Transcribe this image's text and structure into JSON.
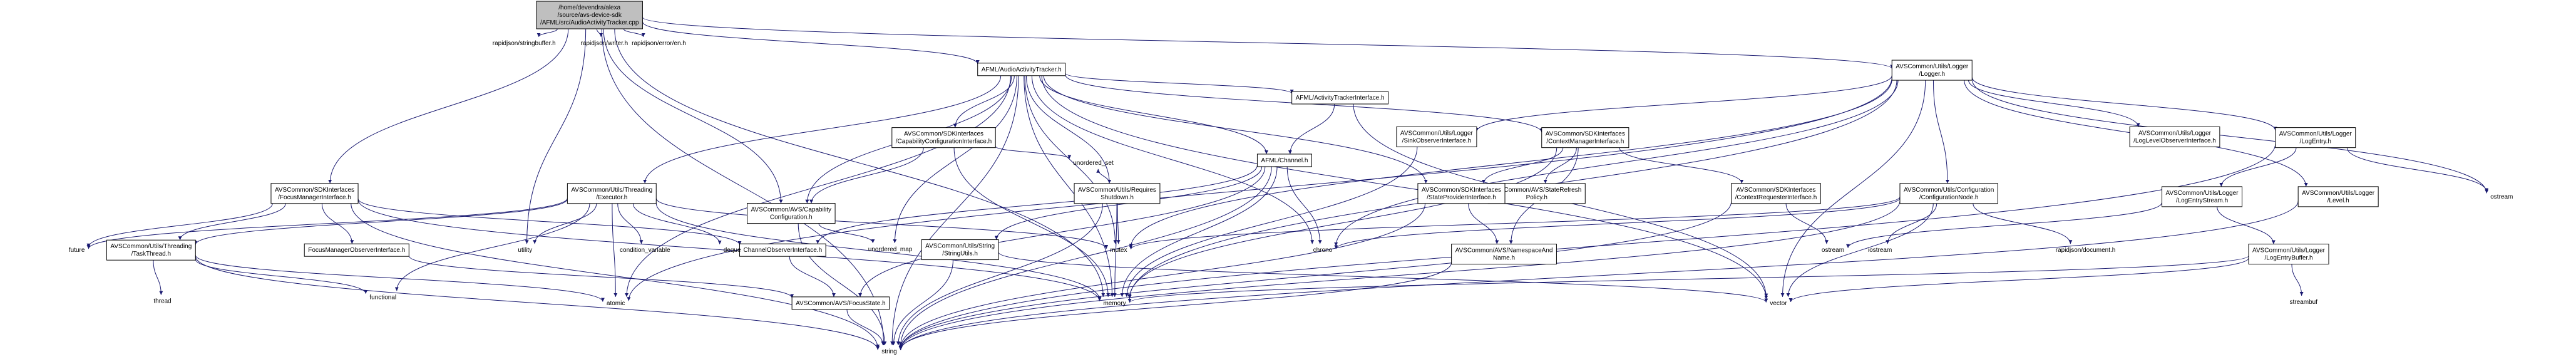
{
  "colors": {
    "edge": "#191970",
    "root_fill": "#bfbfbf",
    "node_fill": "#ffffff",
    "node_stroke": "#000000",
    "text": "#000000"
  },
  "nodes": [
    {
      "id": "root",
      "lines": [
        "/home/devendra/alexa",
        "/source/avs-device-sdk",
        "/AFML/src/AudioActivityTracker.cpp"
      ],
      "root": true
    },
    {
      "id": "rj_sb",
      "lines": [
        "rapidjson/stringbuffer.h"
      ]
    },
    {
      "id": "rj_w",
      "lines": [
        "rapidjson/writer.h"
      ]
    },
    {
      "id": "rj_e",
      "lines": [
        "rapidjson/error/en.h"
      ]
    },
    {
      "id": "aat",
      "lines": [
        "AFML/AudioActivityTracker.h"
      ]
    },
    {
      "id": "logger",
      "lines": [
        "AVSCommon/Utils/Logger",
        "/Logger.h"
      ]
    },
    {
      "id": "fmi",
      "lines": [
        "AVSCommon/SDKInterfaces",
        "/FocusManagerInterface.h"
      ]
    },
    {
      "id": "exec",
      "lines": [
        "AVSCommon/Utils/Threading",
        "/Executor.h"
      ]
    },
    {
      "id": "capcfgi",
      "lines": [
        "AVSCommon/SDKInterfaces",
        "/CapabilityConfigurationInterface.h"
      ]
    },
    {
      "id": "capcfg",
      "lines": [
        "AVSCommon/AVS/Capability",
        "Configuration.h"
      ]
    },
    {
      "id": "reqsd",
      "lines": [
        "AVSCommon/Utils/Requires",
        "Shutdown.h"
      ]
    },
    {
      "id": "ati",
      "lines": [
        "AFML/ActivityTrackerInterface.h"
      ]
    },
    {
      "id": "channel",
      "lines": [
        "AFML/Channel.h"
      ]
    },
    {
      "id": "sinkobs",
      "lines": [
        "AVSCommon/Utils/Logger",
        "/SinkObserverInterface.h"
      ]
    },
    {
      "id": "cmi",
      "lines": [
        "AVSCommon/SDKInterfaces",
        "/ContextManagerInterface.h"
      ]
    },
    {
      "id": "srp",
      "lines": [
        "AVSCommon/AVS/StateRefresh",
        "Policy.h"
      ]
    },
    {
      "id": "spi",
      "lines": [
        "AVSCommon/SDKInterfaces",
        "/StateProviderInterface.h"
      ]
    },
    {
      "id": "cri",
      "lines": [
        "AVSCommon/SDKInterfaces",
        "/ContextRequesterInterface.h"
      ]
    },
    {
      "id": "nan",
      "lines": [
        "AVSCommon/AVS/NamespaceAnd",
        "Name.h"
      ]
    },
    {
      "id": "cfgnode",
      "lines": [
        "AVSCommon/Utils/Configuration",
        "/ConfigurationNode.h"
      ]
    },
    {
      "id": "lloi",
      "lines": [
        "AVSCommon/Utils/Logger",
        "/LogLevelObserverInterface.h"
      ]
    },
    {
      "id": "logentry",
      "lines": [
        "AVSCommon/Utils/Logger",
        "/LogEntry.h"
      ]
    },
    {
      "id": "les",
      "lines": [
        "AVSCommon/Utils/Logger",
        "/LogEntryStream.h"
      ]
    },
    {
      "id": "level",
      "lines": [
        "AVSCommon/Utils/Logger",
        "/Level.h"
      ]
    },
    {
      "id": "leb",
      "lines": [
        "AVSCommon/Utils/Logger",
        "/LogEntryBuffer.h"
      ]
    },
    {
      "id": "taskthread",
      "lines": [
        "AVSCommon/Utils/Threading",
        "/TaskThread.h"
      ]
    },
    {
      "id": "fmoi",
      "lines": [
        "FocusManagerObserverInterface.h"
      ]
    },
    {
      "id": "coi",
      "lines": [
        "ChannelObserverInterface.h"
      ]
    },
    {
      "id": "stru",
      "lines": [
        "AVSCommon/Utils/String",
        "/StringUtils.h"
      ]
    },
    {
      "id": "focusstate",
      "lines": [
        "AVSCommon/AVS/FocusState.h"
      ]
    },
    {
      "id": "future",
      "lines": [
        "future"
      ]
    },
    {
      "id": "thread",
      "lines": [
        "thread"
      ]
    },
    {
      "id": "functional",
      "lines": [
        "functional"
      ]
    },
    {
      "id": "atomic",
      "lines": [
        "atomic"
      ]
    },
    {
      "id": "utility",
      "lines": [
        "utility"
      ]
    },
    {
      "id": "condvar",
      "lines": [
        "condition_variable"
      ]
    },
    {
      "id": "deque",
      "lines": [
        "deque"
      ]
    },
    {
      "id": "unordset",
      "lines": [
        "unordered_set"
      ]
    },
    {
      "id": "unordmap",
      "lines": [
        "unordered_map"
      ]
    },
    {
      "id": "mutex",
      "lines": [
        "mutex"
      ]
    },
    {
      "id": "chrono",
      "lines": [
        "chrono"
      ]
    },
    {
      "id": "memory",
      "lines": [
        "memory"
      ]
    },
    {
      "id": "vector",
      "lines": [
        "vector"
      ]
    },
    {
      "id": "string",
      "lines": [
        "string"
      ]
    },
    {
      "id": "ostream",
      "lines": [
        "ostream"
      ]
    },
    {
      "id": "iostream",
      "lines": [
        "iostream"
      ]
    },
    {
      "id": "rjdoc",
      "lines": [
        "rapidjson/document.h"
      ]
    },
    {
      "id": "ostream2",
      "lines": [
        "ostream"
      ]
    },
    {
      "id": "streambuf",
      "lines": [
        "streambuf"
      ]
    }
  ],
  "edges": [
    [
      "root",
      "rj_sb"
    ],
    [
      "root",
      "rj_w"
    ],
    [
      "root",
      "rj_e"
    ],
    [
      "root",
      "aat"
    ],
    [
      "root",
      "logger"
    ],
    [
      "root",
      "fmi"
    ],
    [
      "root",
      "capcfg"
    ],
    [
      "root",
      "utility"
    ],
    [
      "root",
      "memory"
    ],
    [
      "root",
      "string"
    ],
    [
      "aat",
      "capcfgi"
    ],
    [
      "aat",
      "capcfg"
    ],
    [
      "aat",
      "reqsd"
    ],
    [
      "aat",
      "ati"
    ],
    [
      "aat",
      "channel"
    ],
    [
      "aat",
      "cmi"
    ],
    [
      "aat",
      "exec"
    ],
    [
      "aat",
      "spi"
    ],
    [
      "aat",
      "chrono"
    ],
    [
      "aat",
      "mutex"
    ],
    [
      "aat",
      "memory"
    ],
    [
      "aat",
      "vector"
    ],
    [
      "aat",
      "unordmap"
    ],
    [
      "aat",
      "string"
    ],
    [
      "aat",
      "atomic"
    ],
    [
      "logger",
      "sinkobs"
    ],
    [
      "logger",
      "lloi"
    ],
    [
      "logger",
      "logentry"
    ],
    [
      "logger",
      "level"
    ],
    [
      "logger",
      "cfgnode"
    ],
    [
      "logger",
      "mutex"
    ],
    [
      "logger",
      "memory"
    ],
    [
      "logger",
      "vector"
    ],
    [
      "logger",
      "chrono"
    ],
    [
      "logger",
      "ostream"
    ],
    [
      "logger",
      "atomic"
    ],
    [
      "fmi",
      "future"
    ],
    [
      "fmi",
      "taskthread"
    ],
    [
      "fmi",
      "fmoi"
    ],
    [
      "fmi",
      "coi"
    ],
    [
      "fmi",
      "memory"
    ],
    [
      "fmi",
      "string"
    ],
    [
      "exec",
      "taskthread"
    ],
    [
      "exec",
      "condvar"
    ],
    [
      "exec",
      "deque"
    ],
    [
      "exec",
      "functional"
    ],
    [
      "exec",
      "future"
    ],
    [
      "exec",
      "atomic"
    ],
    [
      "exec",
      "mutex"
    ],
    [
      "exec",
      "utility"
    ],
    [
      "exec",
      "memory"
    ],
    [
      "capcfgi",
      "capcfg"
    ],
    [
      "capcfgi",
      "unordset"
    ],
    [
      "capcfgi",
      "memory"
    ],
    [
      "capcfg",
      "unordmap"
    ],
    [
      "capcfg",
      "string"
    ],
    [
      "reqsd",
      "mutex"
    ],
    [
      "reqsd",
      "memory"
    ],
    [
      "reqsd",
      "string"
    ],
    [
      "reqsd",
      "unordset"
    ],
    [
      "ati",
      "channel"
    ],
    [
      "ati",
      "vector"
    ],
    [
      "channel",
      "coi"
    ],
    [
      "channel",
      "focusstate"
    ],
    [
      "channel",
      "chrono"
    ],
    [
      "channel",
      "memory"
    ],
    [
      "channel",
      "string"
    ],
    [
      "channel",
      "stru"
    ],
    [
      "sinkobs",
      "memory"
    ],
    [
      "cmi",
      "srp"
    ],
    [
      "cmi",
      "spi"
    ],
    [
      "cmi",
      "cri"
    ],
    [
      "cmi",
      "nan"
    ],
    [
      "cmi",
      "memory"
    ],
    [
      "spi",
      "nan"
    ],
    [
      "spi",
      "string"
    ],
    [
      "cri",
      "ostream2"
    ],
    [
      "cri",
      "string"
    ],
    [
      "nan",
      "string"
    ],
    [
      "cfgnode",
      "chrono"
    ],
    [
      "cfgnode",
      "iostream"
    ],
    [
      "cfgnode",
      "rjdoc"
    ],
    [
      "cfgnode",
      "mutex"
    ],
    [
      "cfgnode",
      "string"
    ],
    [
      "cfgnode",
      "vector"
    ],
    [
      "logentry",
      "les"
    ],
    [
      "logentry",
      "ostream"
    ],
    [
      "logentry",
      "string"
    ],
    [
      "les",
      "leb"
    ],
    [
      "les",
      "ostream2"
    ],
    [
      "leb",
      "streambuf"
    ],
    [
      "leb",
      "vector"
    ],
    [
      "leb",
      "memory"
    ],
    [
      "level",
      "string"
    ],
    [
      "taskthread",
      "thread"
    ],
    [
      "taskthread",
      "functional"
    ],
    [
      "taskthread",
      "atomic"
    ],
    [
      "taskthread",
      "string"
    ],
    [
      "fmoi",
      "focusstate"
    ],
    [
      "coi",
      "focusstate"
    ],
    [
      "stru",
      "string"
    ],
    [
      "stru",
      "vector"
    ],
    [
      "focusstate",
      "string"
    ]
  ]
}
